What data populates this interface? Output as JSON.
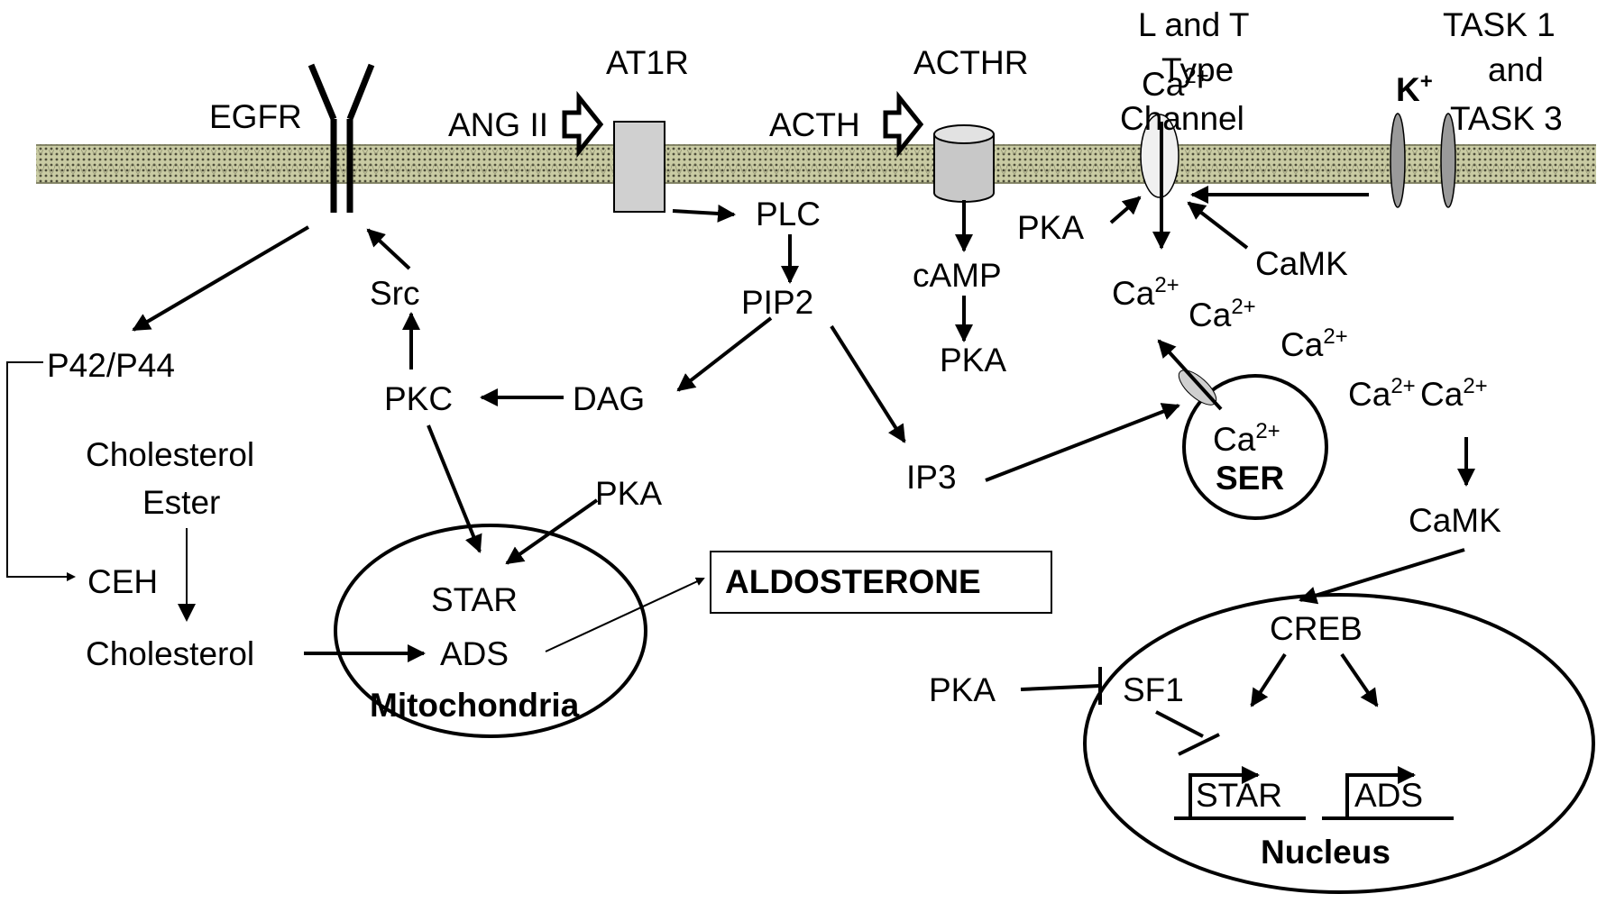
{
  "labels": {
    "egfr": "EGFR",
    "at1r": "AT1R",
    "ang2": "ANG II",
    "acthr": "ACTHR",
    "acth": "ACTH",
    "lt_channel_1": "L and T",
    "lt_channel_2": "Type",
    "lt_channel_3": "Channel",
    "task_1": "TASK 1",
    "task_2": "and",
    "task_3": "TASK 3",
    "potassium": "K",
    "potassium_sup": "+",
    "calcium": "Ca",
    "calcium_sup": "2+",
    "plc": "PLC",
    "pip2": "PIP2",
    "dag": "DAG",
    "pkc": "PKC",
    "src": "Src",
    "ip3": "IP3",
    "camp": "cAMP",
    "pka": "PKA",
    "camk": "CaMK",
    "p42p44": "P42/P44",
    "cholesterol_ester_1": "Cholesterol",
    "cholesterol_ester_2": "Ester",
    "ceh": "CEH",
    "cholesterol": "Cholesterol",
    "star": "STAR",
    "ads": "ADS",
    "mitochondria": "Mitochondria",
    "aldosterone": "ALDOSTERONE",
    "ser": "SER",
    "creb": "CREB",
    "sf1": "SF1",
    "nucleus": "Nucleus"
  },
  "colors": {
    "line": "#000000",
    "receptor_fill": "#d0d0d0",
    "membrane_base": "#c9cba3",
    "membrane_dots": "#4d4d3a"
  }
}
